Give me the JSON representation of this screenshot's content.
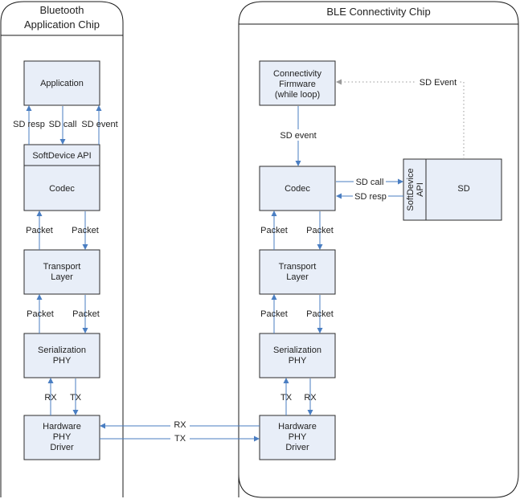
{
  "colors": {
    "box_fill": "#e8eef8",
    "arrow": "#4a7ec2",
    "border": "#2b2b2b"
  },
  "left_chip": {
    "title_line1": "Bluetooth",
    "title_line2": "Application Chip",
    "application": "Application",
    "sd_resp": "SD resp",
    "sd_call": "SD call",
    "sd_event": "SD event",
    "softdevice_api": "SoftDevice API",
    "codec": "Codec",
    "packet_up": "Packet",
    "packet_down": "Packet",
    "transport_line1": "Transport",
    "transport_line2": "Layer",
    "packet_up2": "Packet",
    "packet_down2": "Packet",
    "serialization_line1": "Serialization",
    "serialization_line2": "PHY",
    "rx": "RX",
    "tx": "TX",
    "hardware_line1": "Hardware",
    "hardware_line2": "PHY",
    "hardware_line3": "Driver"
  },
  "right_chip": {
    "title": "BLE Connectivity Chip",
    "firmware_line1": "Connectivity",
    "firmware_line2": "Firmware",
    "firmware_line3": "(while loop)",
    "sd_event_link": "SD Event",
    "sd_event": "SD event",
    "codec": "Codec",
    "sd_call": "SD call",
    "sd_resp": "SD resp",
    "softdevice_api_line1": "SoftDevice",
    "softdevice_api_line2": "API",
    "sd": "SD",
    "packet_up": "Packet",
    "packet_down": "Packet",
    "transport_line1": "Transport",
    "transport_line2": "Layer",
    "packet_up2": "Packet",
    "packet_down2": "Packet",
    "serialization_line1": "Serialization",
    "serialization_line2": "PHY",
    "tx": "TX",
    "rx": "RX",
    "hardware_line1": "Hardware",
    "hardware_line2": "PHY",
    "hardware_line3": "Driver"
  },
  "link": {
    "rx": "RX",
    "tx": "TX"
  }
}
